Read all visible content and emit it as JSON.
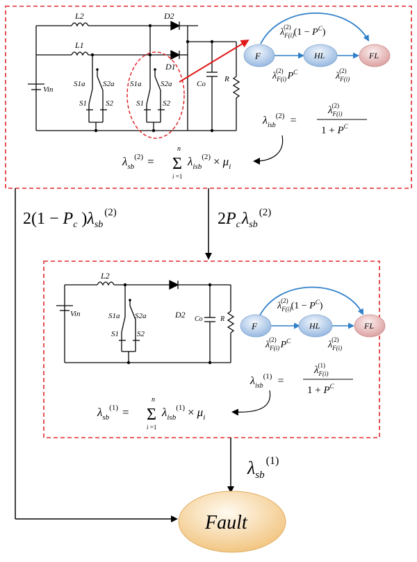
{
  "colors": {
    "box_border": "#e0262a",
    "wire": "#000000",
    "arc_blue": "#2f7fc8",
    "node_blue_top": "#eaf2fb",
    "node_blue_bottom": "#8fb3de",
    "node_red_top": "#fbecec",
    "node_red_bottom": "#d99a9a",
    "fault_top": "#fff6e6",
    "fault_bottom": "#f3c57f",
    "red_arrow": "#e01919"
  },
  "top_box": {
    "circuit_labels": {
      "l2": "L2",
      "l1": "L1",
      "vin": "Vin",
      "d2": "D2",
      "d1": "D1",
      "co": "Co",
      "r": "R",
      "s1a_left": "S1a",
      "s2a_left": "S2a",
      "s1_left": "S1",
      "s2_left": "S2",
      "s1a_right": "S1a",
      "s2a_right": "S2a",
      "s1_right": "S1",
      "s2_right": "S2"
    },
    "markov": {
      "node_f": "F",
      "node_hl": "HL",
      "node_fl": "FL",
      "arc_rate": "λF(i)(2) (1 − PC)",
      "f_to_hl_rate": "λF(i)(2) PC",
      "hl_to_fl_rate": "λF(i)(2)"
    },
    "isb_formula": "λisb(2) = λF(i)(2) / (1 + PC)",
    "sb_formula": "λsb(2) = Σi=1n λisb(2) × μi"
  },
  "mid_labels": {
    "left_transition": "2(1 − Pc) λsb(2)",
    "center_transition": "2 Pc λsb(2)"
  },
  "bottom_box": {
    "circuit_labels": {
      "l2": "L2",
      "vin": "Vin",
      "d2": "D2",
      "co": "Co",
      "r": "R",
      "s1a": "S1a",
      "s2a": "S2a",
      "s1": "S1",
      "s2": "S2"
    },
    "markov": {
      "node_f": "F",
      "node_hl": "HL",
      "node_fl": "FL",
      "arc_rate": "λF(i)(2) (1 − PC)",
      "f_to_hl_rate": "λF(i)(2) PC",
      "hl_to_fl_rate": "λF(i)(2)"
    },
    "isb_formula": "λisb(1) = λF(i)(1) / (1 + PC)",
    "sb_formula": "λsb(1) = Σi=1n λisb(1) × μi"
  },
  "bottom_transition": "λsb(1)",
  "fault_label": "Fault"
}
